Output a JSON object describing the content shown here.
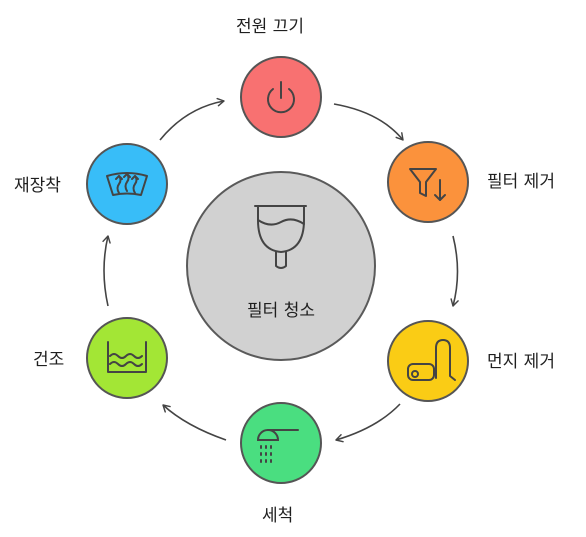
{
  "diagram": {
    "center": {
      "label": "필터 청소",
      "icon": "menstrual-cup-icon"
    },
    "steps": [
      {
        "label": "전원 끄기",
        "icon": "power-icon",
        "color": "#f87171"
      },
      {
        "label": "필터 제거",
        "icon": "filter-funnel-icon",
        "color": "#fb923c"
      },
      {
        "label": "먼지 제거",
        "icon": "vacuum-cleaner-icon",
        "color": "#facc15"
      },
      {
        "label": "세척",
        "icon": "shower-icon",
        "color": "#4ade80"
      },
      {
        "label": "건조",
        "icon": "water-waves-icon",
        "color": "#a3e635"
      },
      {
        "label": "재장착",
        "icon": "windshield-defrost-icon",
        "color": "#38bdf8"
      }
    ]
  }
}
